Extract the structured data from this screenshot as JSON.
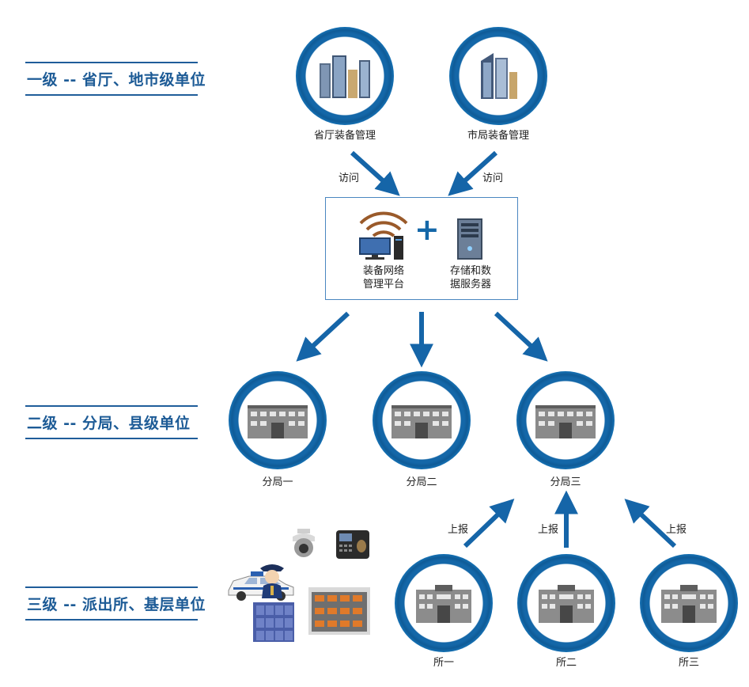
{
  "levels": [
    {
      "label": "一级 -- 省厅、地市级单位"
    },
    {
      "label": "二级 -- 分局、县级单位"
    },
    {
      "label": "三级 -- 派出所、基层单位"
    }
  ],
  "top_nodes": [
    {
      "label": "省厅装备管理"
    },
    {
      "label": "市局装备管理"
    }
  ],
  "access_labels": [
    "访问",
    "访问"
  ],
  "center": {
    "platform_label_line1": "装备网络",
    "platform_label_line2": "管理平台",
    "server_label_line1": "存储和数",
    "server_label_line2": "据服务器",
    "plus_symbol": "+"
  },
  "branch_nodes": [
    {
      "label": "分局一"
    },
    {
      "label": "分局二"
    },
    {
      "label": "分局三"
    }
  ],
  "report_labels": [
    "上报",
    "上报",
    "上报"
  ],
  "station_nodes": [
    {
      "label": "所一"
    },
    {
      "label": "所二"
    },
    {
      "label": "所三"
    }
  ],
  "colors": {
    "primary": "#1467a8",
    "arrow": "#1565a8",
    "heading": "#1d5b96"
  },
  "icons": {
    "top": "skyscraper-icon",
    "branch": "office-building-icon",
    "station": "police-station-icon",
    "platform": "wifi-computer-icon",
    "server": "server-tower-icon"
  }
}
